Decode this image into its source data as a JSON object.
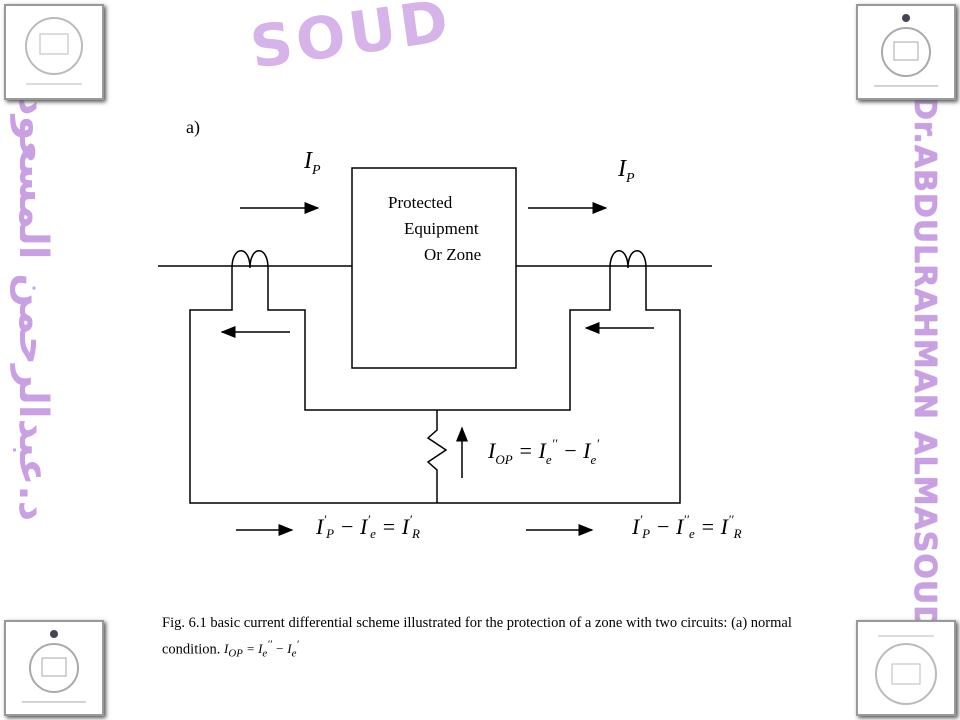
{
  "watermark": {
    "top_text": "SOUD",
    "right_text": "Dr.ABDULRAHMAN ALMASOUD",
    "left_text": "د.عبدالرحمن المسعود",
    "color": "#d6b4ea"
  },
  "diagram": {
    "part_label": "a)",
    "box_label_lines": [
      "Protected",
      "Equipment",
      "Or Zone"
    ],
    "ip_left": "I",
    "ip_left_sub": "P",
    "ip_right": "I",
    "ip_right_sub": "P",
    "iop_equation": "I_OP = I''_e − I'_e",
    "bottom_left_equation": "I'_P − I'_e = I'_R",
    "bottom_right_equation": "I'_P − I''_e = I''_R"
  },
  "caption": {
    "text": "Fig. 6.1 basic current differential scheme illustrated for the protection of a zone with two circuits: (a) normal condition.",
    "equation": "I_OP = I''_e − I'_e"
  }
}
